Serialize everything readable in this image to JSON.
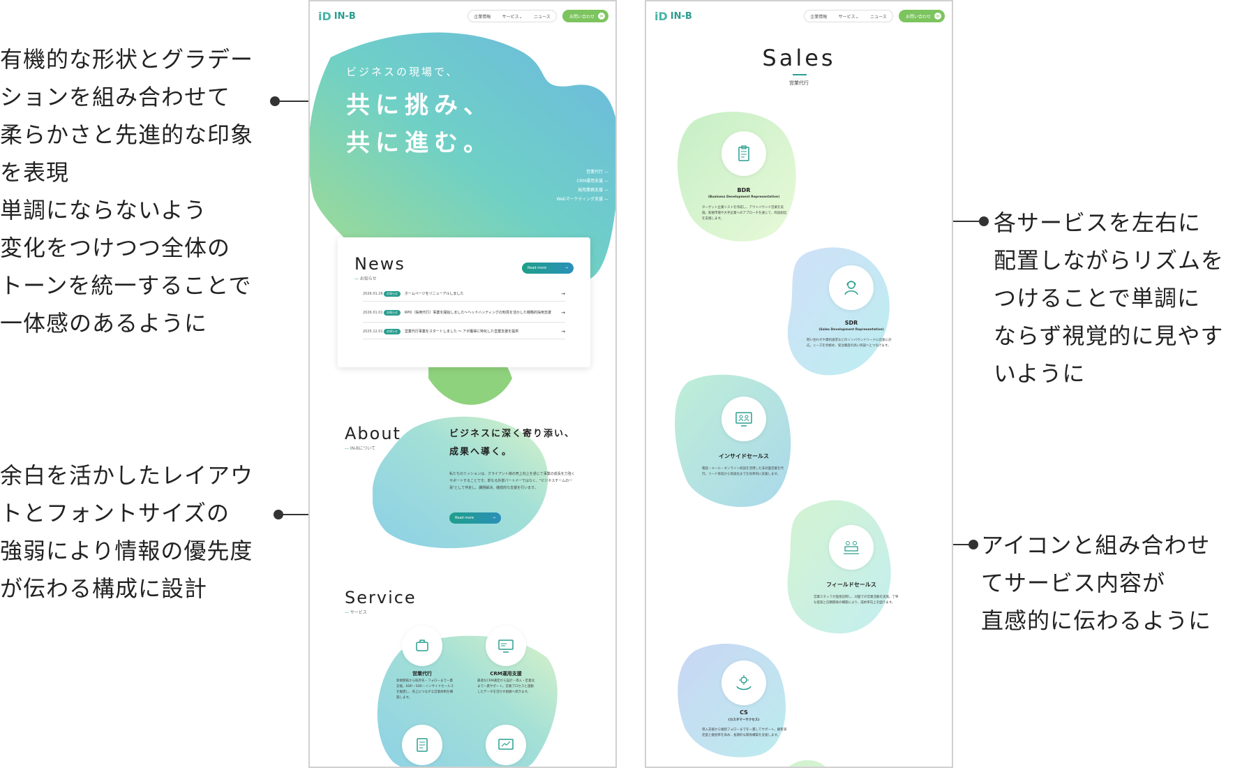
{
  "annotations": {
    "left_top": [
      "有機的な形状とグラデー",
      "ションを組み合わせて",
      "柔らかさと先進的な印象",
      "を表現",
      "単調にならないよう",
      "変化をつけつつ全体の",
      "トーンを統一することで",
      "一体感のあるように"
    ],
    "left_bottom": [
      "余白を活かしたレイアウ",
      "トとフォントサイズの",
      "強弱により情報の優先度",
      "が伝わる構成に設計"
    ],
    "right_top": [
      "各サービスを左右に",
      "配置しながらリズムを",
      "つけることで単調に",
      "ならず視覚的に見やす",
      "いように"
    ],
    "right_bottom": [
      "アイコンと組み合わせ",
      "てサービス内容が",
      "直感的に伝わるように"
    ]
  },
  "header": {
    "logo": "IN-B",
    "logo_mark": "iD",
    "nav": [
      "企業情報",
      "サービス⌄",
      "ニュース"
    ],
    "contact": "お問い合わせ"
  },
  "hero": {
    "sub": "ビジネスの現場で、",
    "title_line1": "共に挑み、",
    "title_line2": "共に進む。",
    "links": [
      "営業代行 —",
      "CRM運用支援 —",
      "採用業務支援 —",
      "Webマーケティング支援 —"
    ]
  },
  "news": {
    "title": "News",
    "sub": "お知らせ",
    "read_more": "Read more",
    "items": [
      {
        "date": "2026.01.26",
        "badge": "お知らせ",
        "text": "ホームページをリニューアルしました"
      },
      {
        "date": "2026.01.01",
        "badge": "お知らせ",
        "text": "RPO（採用代行）事業を開始しました〜ヘッドハンティングの知見を活かした戦略的採用支援"
      },
      {
        "date": "2025.12.01",
        "badge": "お知らせ",
        "text": "営業代行事業をスタートしました 〜 アポ獲得に特化した営業支援を提供"
      }
    ]
  },
  "about": {
    "title": "About",
    "sub": "IN-Bについて",
    "copy_line1": "ビジネスに深く寄り添い、",
    "copy_line2": "成果へ導く。",
    "body": "私たちのミッションは、クライアント様の売上向上を通じて事業の成長を力強くサポートすることです。単なる外部パートナーではなく、\"ビジネスチームの一員\"として伴走し、課題解決、継続的な支援を行います。",
    "read_more": "Read more"
  },
  "service": {
    "title": "Service",
    "sub": "サービス",
    "items": [
      {
        "name": "営業代行",
        "desc": "新規開拓から既存先・フォローまで一貫支援。BDR・SDR・インサイドセールスを駆使し、売上につながる営業体制を構築します。"
      },
      {
        "name": "CRM運用支援",
        "desc": "最適なCRM選定から設計・導入・定着化まで一貫サポート。営業プロセスと連動したデータを活かす組織へ導きます。"
      }
    ]
  },
  "sales": {
    "title": "Sales",
    "sub": "営業代行",
    "items": [
      {
        "name": "BDR",
        "sub": "(Business Development Representative)",
        "desc": "ターゲット企業リストを作成し、アウトバウンド営業を実施。新規市場や大手企業へのアプローチを通じて、商談創出を支援します。"
      },
      {
        "name": "SDR",
        "sub": "(Sales Development Representative)",
        "desc": "問い合わせや資料請求などのインバウンドリードに迅速に対応。ニーズを見極め、受注確度の高い商談へとつなげます。"
      },
      {
        "name": "インサイドセールス",
        "sub": "",
        "desc": "電話・メール・オンライン商談を活用した非対面営業を代行。リード育成から商談化までを効率的に支援します。"
      },
      {
        "name": "フィールドセールス",
        "sub": "",
        "desc": "営業スタッフが直接訪問し、対面での営業活動を実施。丁寧な提案と信頼関係の構築により、成約率向上を図ります。"
      },
      {
        "name": "CS",
        "sub": "(カスタマーサクセス)",
        "desc": "導入支援から継続フォローまでを一貫してサポート。顧客満足度と継続率を高め、長期的な関係構築を支援します。"
      }
    ]
  },
  "colors": {
    "accent": "#2a9d8f",
    "green": "#7cc45e",
    "teal_light": "#7ed6c6",
    "blue_light": "#a7dcef"
  }
}
